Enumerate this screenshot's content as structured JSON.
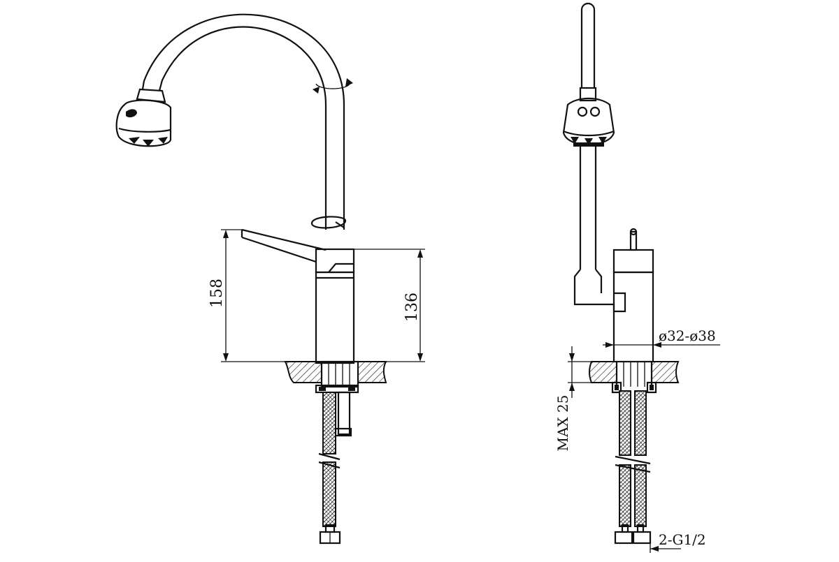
{
  "dimensions": {
    "total_height": "158",
    "body_height": "136",
    "hole_diameter": "ø32-ø38",
    "max_thickness": "MAX 25",
    "connection": "2-G1/2"
  }
}
